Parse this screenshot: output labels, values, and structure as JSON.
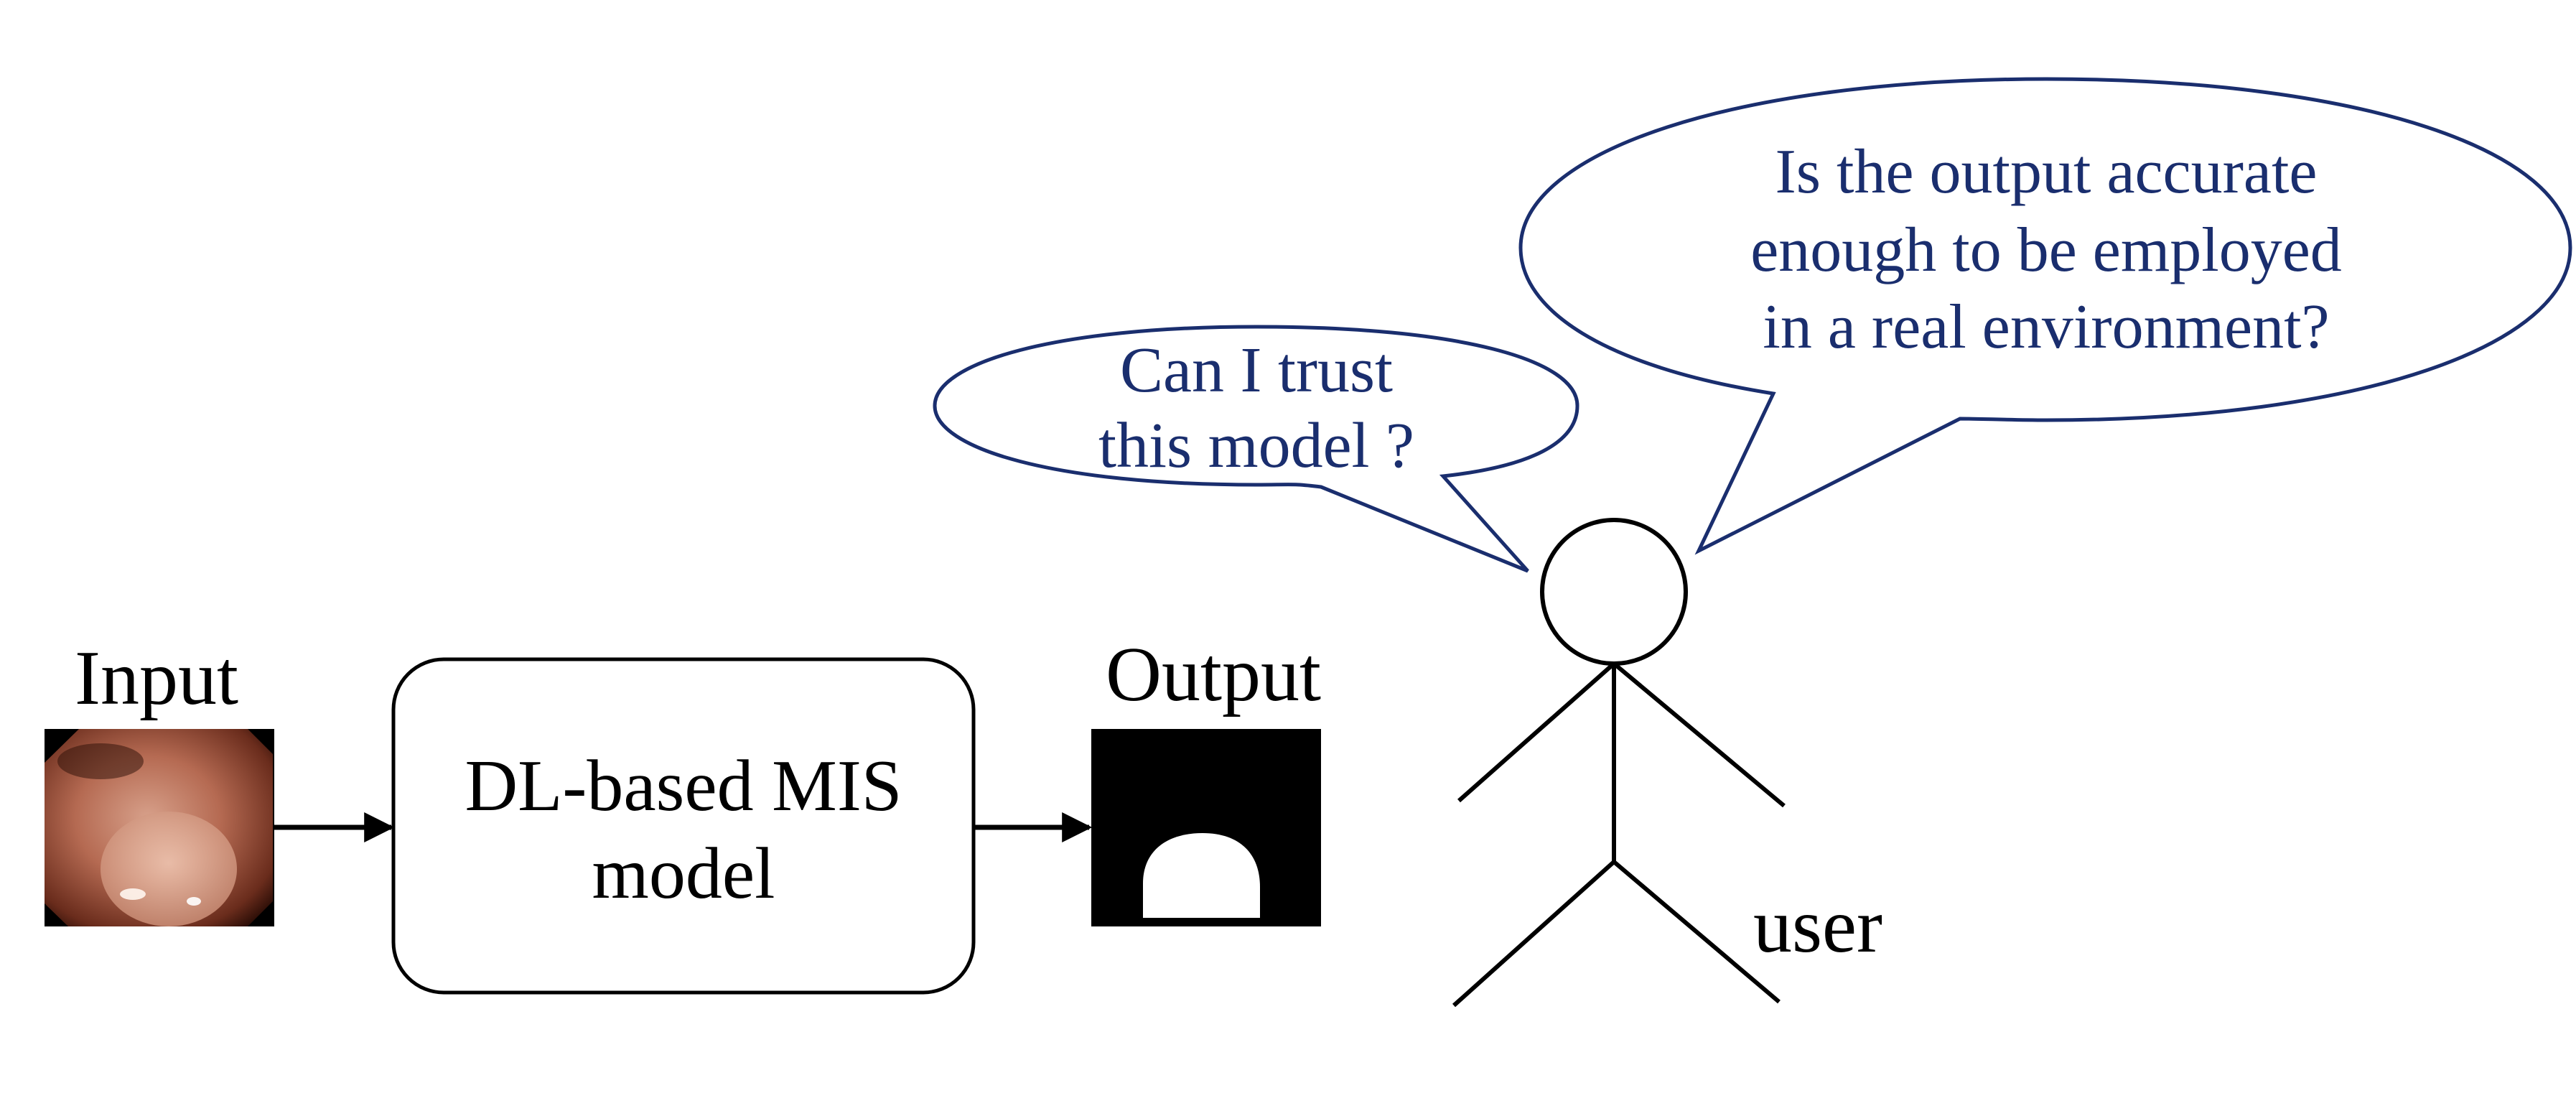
{
  "input_label": "Input",
  "output_label": "Output",
  "model_box": {
    "line1": "DL-based MIS",
    "line2": "model"
  },
  "user_label": "user",
  "bubble_small": {
    "line1": "Can I trust",
    "line2": "this model ?"
  },
  "bubble_large": {
    "line1": "Is the output accurate",
    "line2": "enough to be employed",
    "line3": "in a real environment?"
  },
  "input_image_icon": "endoscopy-image",
  "output_image_icon": "segmentation-mask",
  "colors": {
    "bubble_stroke": "#1a2e6e",
    "bubble_text": "#1a2e6e",
    "line": "#000000"
  }
}
